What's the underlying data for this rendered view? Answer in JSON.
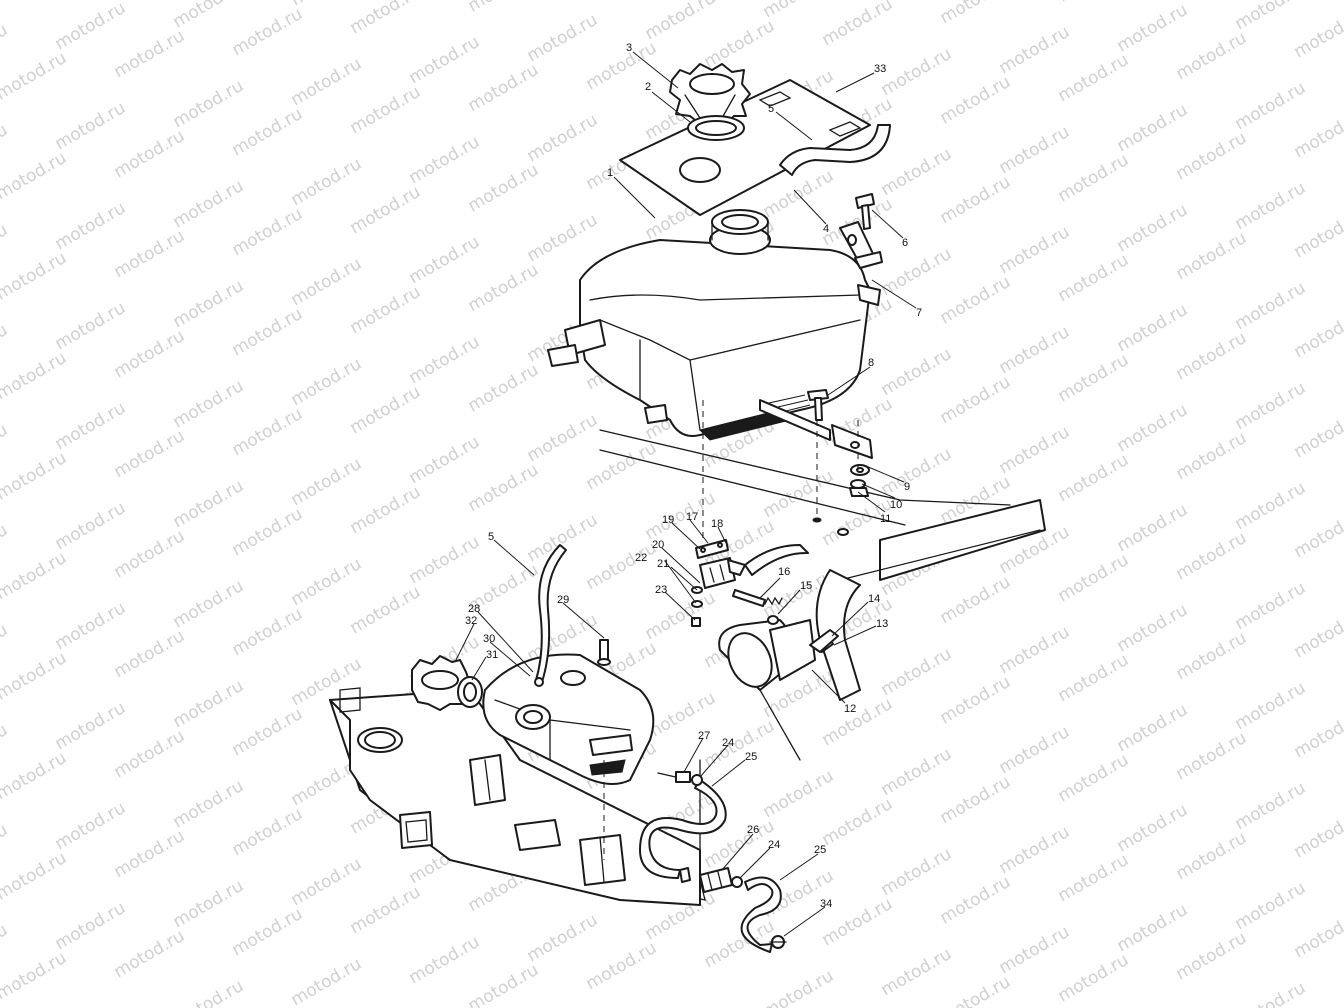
{
  "watermark": {
    "text": "motod.ru",
    "color": "#d0d0d0"
  },
  "diagram": {
    "colors": {
      "line": "#1a1a1a",
      "background": "#ffffff"
    },
    "callouts": [
      {
        "id": "c1",
        "text": "1"
      },
      {
        "id": "c2",
        "text": "2"
      },
      {
        "id": "c3",
        "text": "3"
      },
      {
        "id": "c4",
        "text": "4"
      },
      {
        "id": "c5a",
        "text": "5"
      },
      {
        "id": "c5b",
        "text": "5"
      },
      {
        "id": "c6",
        "text": "6"
      },
      {
        "id": "c7",
        "text": "7"
      },
      {
        "id": "c8",
        "text": "8"
      },
      {
        "id": "c9",
        "text": "9"
      },
      {
        "id": "c10",
        "text": "10"
      },
      {
        "id": "c11",
        "text": "11"
      },
      {
        "id": "c12",
        "text": "12"
      },
      {
        "id": "c13",
        "text": "13"
      },
      {
        "id": "c14",
        "text": "14"
      },
      {
        "id": "c15",
        "text": "15"
      },
      {
        "id": "c16",
        "text": "16"
      },
      {
        "id": "c17",
        "text": "17"
      },
      {
        "id": "c18",
        "text": "18"
      },
      {
        "id": "c19",
        "text": "19"
      },
      {
        "id": "c20",
        "text": "20"
      },
      {
        "id": "c21",
        "text": "21"
      },
      {
        "id": "c22",
        "text": "22"
      },
      {
        "id": "c23",
        "text": "23"
      },
      {
        "id": "c24a",
        "text": "24"
      },
      {
        "id": "c24b",
        "text": "24"
      },
      {
        "id": "c25a",
        "text": "25"
      },
      {
        "id": "c25b",
        "text": "25"
      },
      {
        "id": "c26",
        "text": "26"
      },
      {
        "id": "c27",
        "text": "27"
      },
      {
        "id": "c28",
        "text": "28"
      },
      {
        "id": "c29",
        "text": "29"
      },
      {
        "id": "c30",
        "text": "30"
      },
      {
        "id": "c31",
        "text": "31"
      },
      {
        "id": "c32",
        "text": "32"
      },
      {
        "id": "c33",
        "text": "33"
      },
      {
        "id": "c34",
        "text": "34"
      }
    ]
  }
}
